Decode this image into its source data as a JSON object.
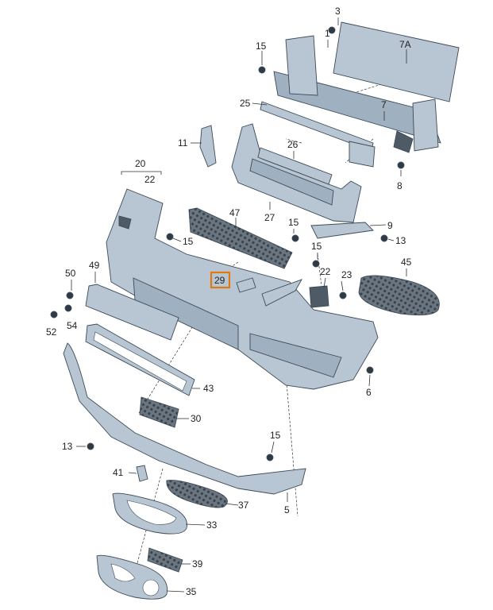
{
  "labels": {
    "l3": "3",
    "l1": "1",
    "l15a": "15",
    "l7a": "7A",
    "l25": "25",
    "l7": "7",
    "l11": "11",
    "l26": "26",
    "l20": "20",
    "l22a": "22",
    "l8": "8",
    "l47": "47",
    "l27": "27",
    "l15b": "15",
    "l9": "9",
    "l15c": "15",
    "l13a": "13",
    "l15d": "15",
    "l49": "49",
    "l50": "50",
    "l22b": "22",
    "l45": "45",
    "l29": "29",
    "l23": "23",
    "l52": "52",
    "l54": "54",
    "l43": "43",
    "l6": "6",
    "l30": "30",
    "l13b": "13",
    "l15e": "15",
    "l41": "41",
    "l37": "37",
    "l5": "5",
    "l33": "33",
    "l39": "39",
    "l35": "35"
  },
  "colors": {
    "highlight": "#e07a10",
    "part_fill": "#b8c6d3",
    "mesh": "#59646e"
  }
}
